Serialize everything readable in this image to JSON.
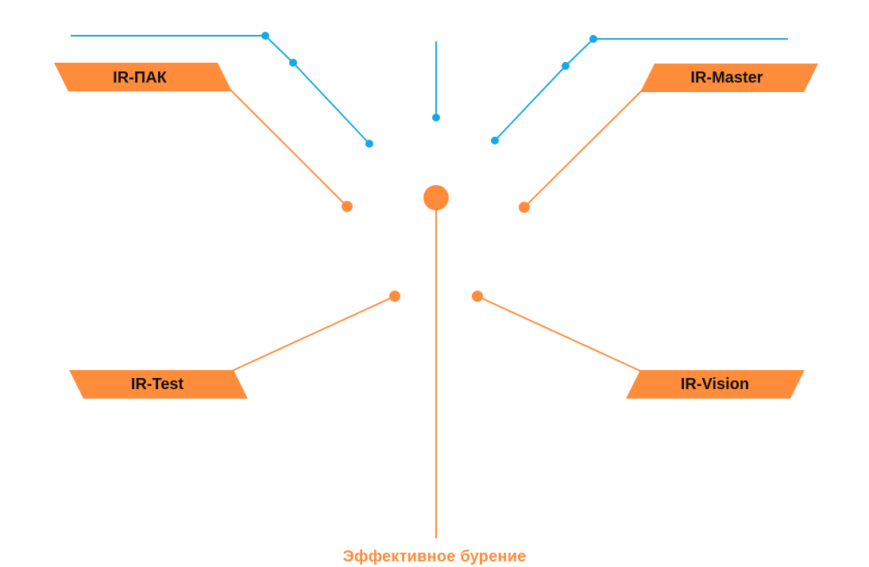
{
  "colors": {
    "accent_orange": "#ff8c3b",
    "accent_blue": "#14a9e6",
    "label_text": "#111111",
    "background": "#ffffff"
  },
  "nodes": {
    "ir_pak": {
      "label": "IR-ПАК"
    },
    "ir_master": {
      "label": "IR-Master"
    },
    "ir_test": {
      "label": "IR-Test"
    },
    "ir_vision": {
      "label": "IR-Vision"
    }
  },
  "footer": {
    "label": "Эффективное бурение"
  }
}
